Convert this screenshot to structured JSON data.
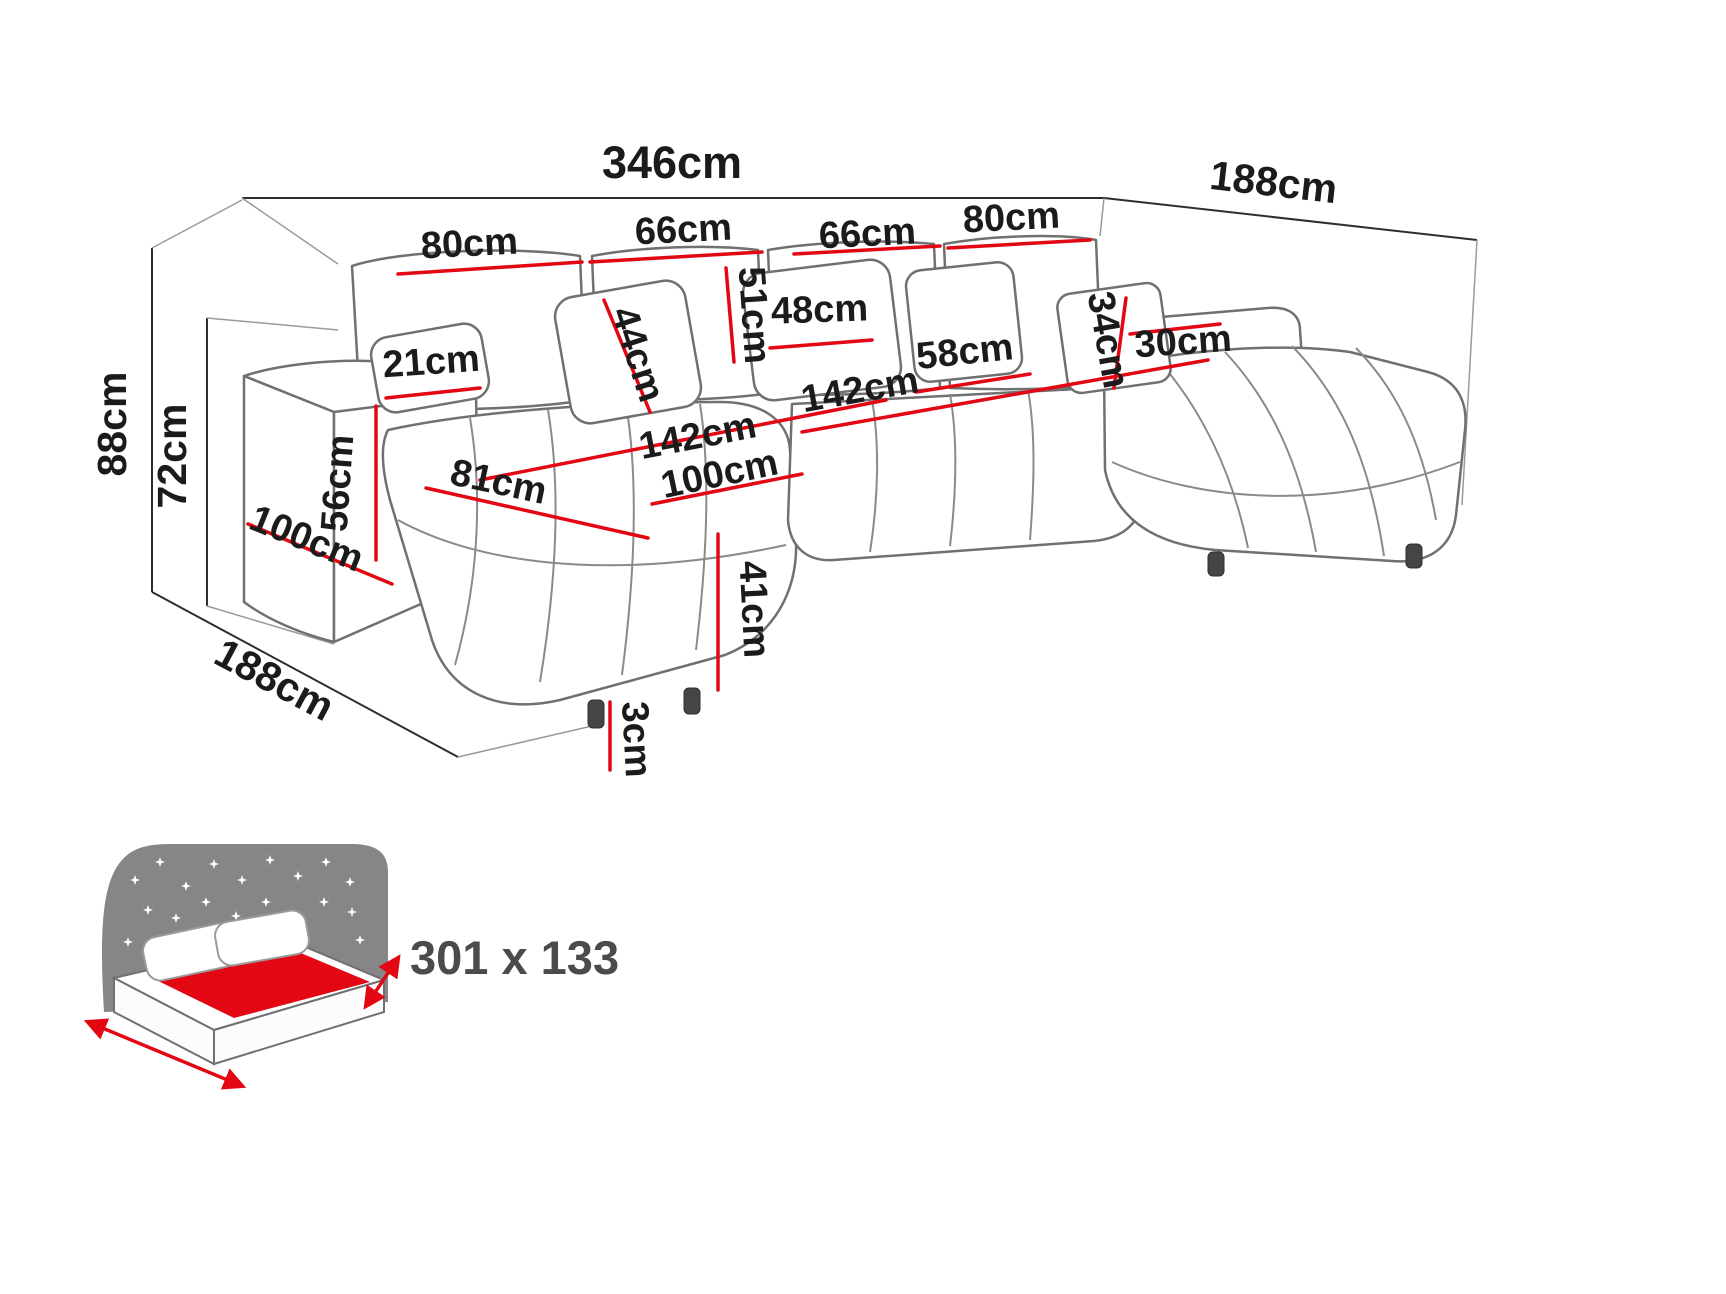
{
  "diagram": {
    "type": "sofa-dimension-diagram",
    "colors": {
      "dimension_red": "#e30613",
      "outline_gray": "#707070",
      "text_dark": "#1b1b1b",
      "wall_gray": "#868686"
    },
    "dims": {
      "total_width": "346cm",
      "total_depth_right": "188cm",
      "total_height": "88cm",
      "backrest_height": "72cm",
      "back_cushion_left": "80cm",
      "back_cushion_mid_left": "66cm",
      "back_cushion_mid_right": "66cm",
      "back_cushion_right": "80cm",
      "back_cushion_height": "51cm",
      "pillow_left": "44cm",
      "pillow_mid": "48cm",
      "seat_depth_right": "58cm",
      "pillow_right_height": "34cm",
      "pillow_right_width": "30cm",
      "armrest_width": "21cm",
      "armrest_height": "56cm",
      "seat_length_left": "142cm",
      "seat_length_right": "142cm",
      "chaise_side_depth": "100cm",
      "chaise_width": "81cm",
      "seat_width_mid": "100cm",
      "seat_height": "41cm",
      "leg_height": "3cm",
      "total_depth_left": "188cm"
    },
    "sleeping_area": "301 x 133"
  }
}
